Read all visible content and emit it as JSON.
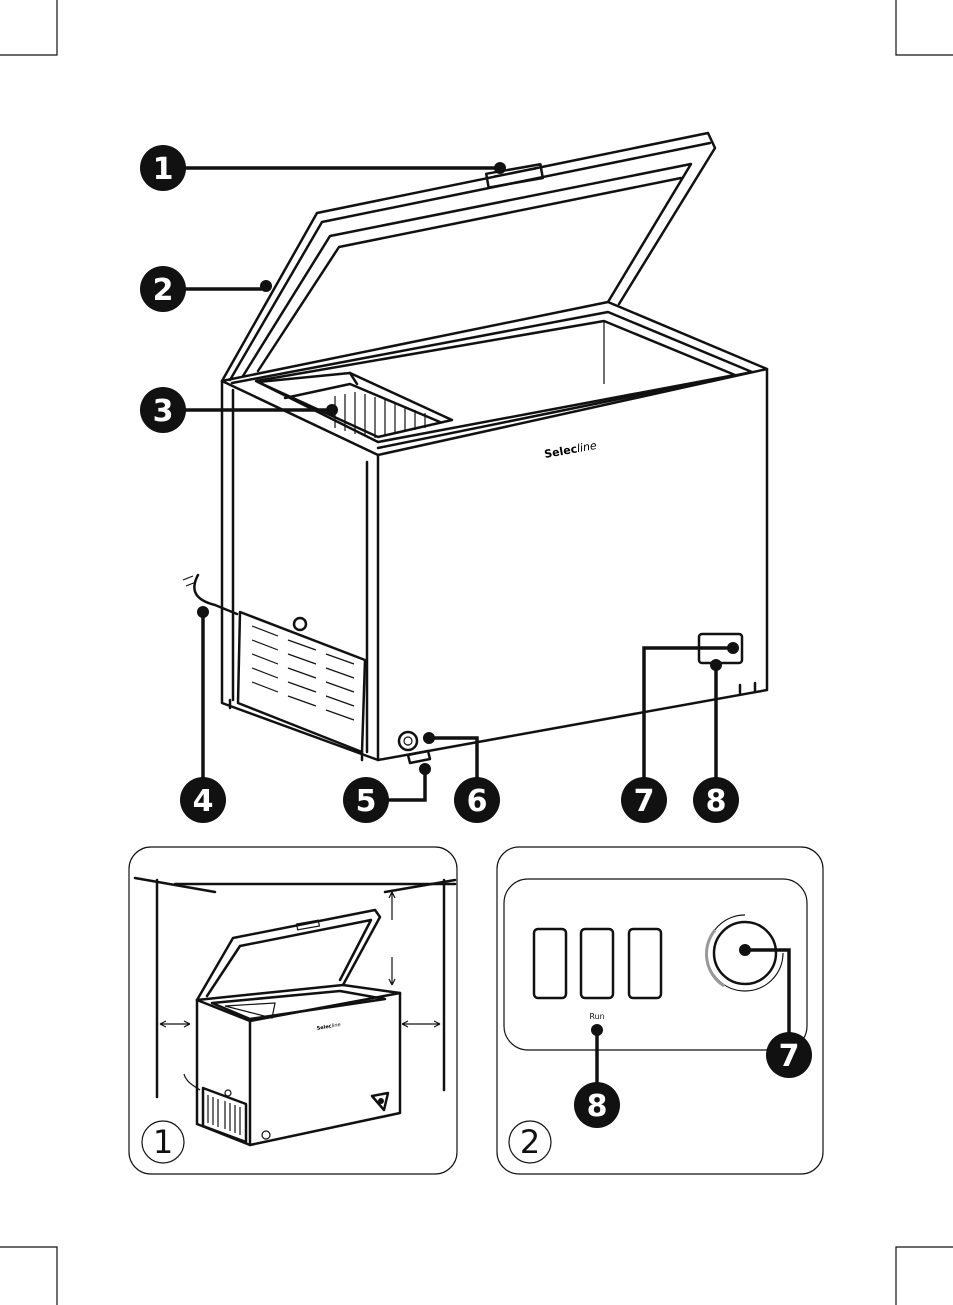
{
  "brand": {
    "name_bold": "Selec",
    "name_light": "line"
  },
  "callouts": [
    "1",
    "2",
    "3",
    "4",
    "5",
    "6",
    "7",
    "8"
  ],
  "panels": {
    "installation": {
      "number": "1"
    },
    "control": {
      "number": "2",
      "run_label": "Run"
    }
  },
  "colors": {
    "line": "#111111",
    "badge_fill": "#111111",
    "badge_text": "#ffffff",
    "background": "#ffffff"
  }
}
